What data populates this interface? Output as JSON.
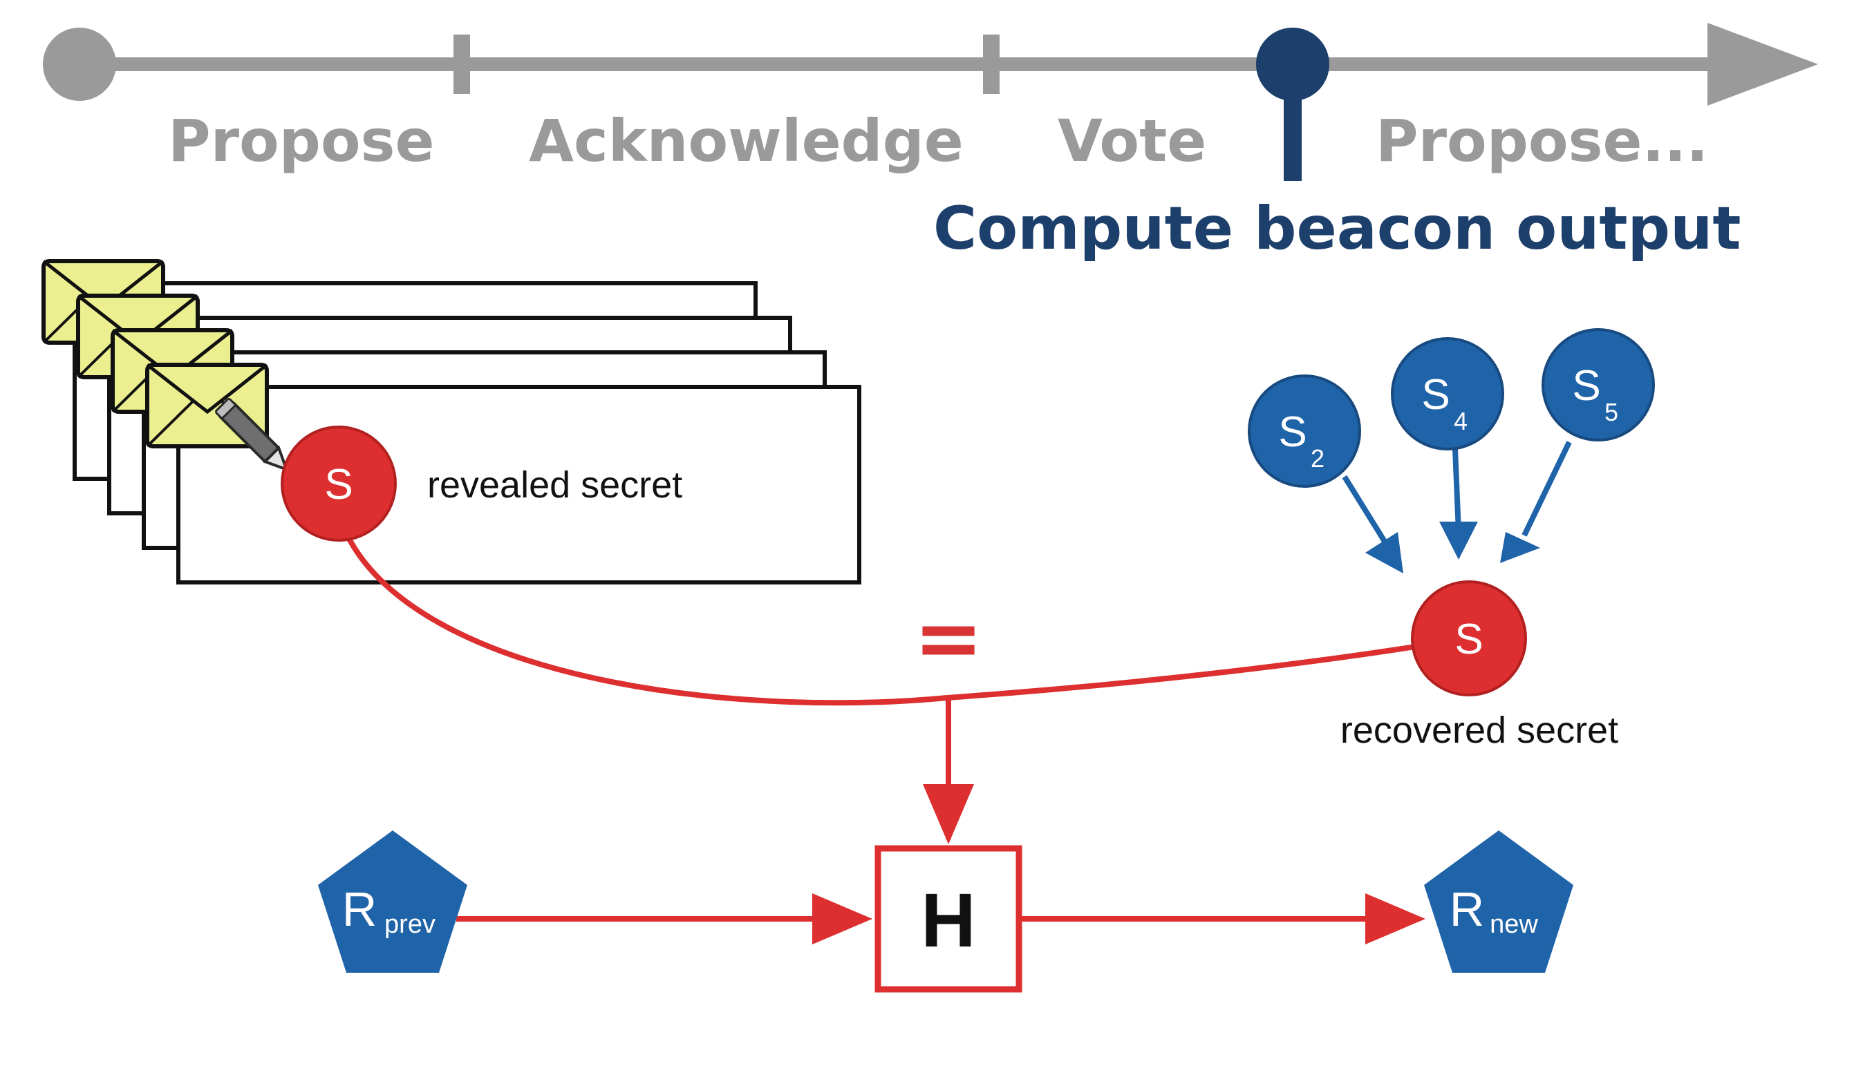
{
  "timeline": {
    "phases": [
      "Propose",
      "Acknowledge",
      "Vote",
      "Propose..."
    ],
    "current_step": "Compute beacon output"
  },
  "messages": {
    "secret_node_letter": "S",
    "revealed_label": "revealed secret"
  },
  "shares": [
    {
      "letter": "S",
      "subscript": "2"
    },
    {
      "letter": "S",
      "subscript": "4"
    },
    {
      "letter": "S",
      "subscript": "5"
    }
  ],
  "recovered": {
    "letter": "S",
    "label": "recovered secret"
  },
  "equality_symbol": "=",
  "hash": {
    "letter": "H"
  },
  "randomness": {
    "prev": {
      "letter": "R",
      "subscript": "prev"
    },
    "new": {
      "letter": "R",
      "subscript": "new"
    }
  },
  "colors": {
    "timeline_gray": "#9a9a9a",
    "current_navy": "#1d3f6b",
    "share_blue": "#1f63a8",
    "secret_red": "#dd2f2f",
    "envelope_yellow": "#ecef8f"
  }
}
